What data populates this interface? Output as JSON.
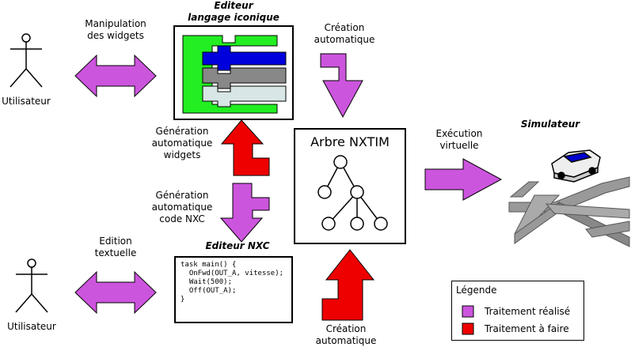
{
  "titles": {
    "editeur_iconique_line1": "Editeur",
    "editeur_iconique_line2": "langage iconique",
    "editeur_nxc": "Editeur NXC",
    "simulateur": "Simulateur",
    "arbre": "Arbre NXTIM"
  },
  "labels": {
    "utilisateur_top": "Utilisateur",
    "utilisateur_bottom": "Utilisateur",
    "manipulation_line1": "Manipulation",
    "manipulation_line2": "des widgets",
    "creation_top_line1": "Création",
    "creation_top_line2": "automatique",
    "gen_widgets_line1": "Génération",
    "gen_widgets_line2": "automatique",
    "gen_widgets_line3": "widgets",
    "gen_nxc_line1": "Génération",
    "gen_nxc_line2": "automatique",
    "gen_nxc_line3": "code NXC",
    "execution_line1": "Exécution",
    "execution_line2": "virtuelle",
    "edition_line1": "Edition",
    "edition_line2": "textuelle",
    "creation_bottom_line1": "Création",
    "creation_bottom_line2": "automatique"
  },
  "code_lines": [
    "task main() {",
    "  OnFwd(OUT_A, vitesse);",
    "  Wait(500);",
    "  Off(OUT_A);",
    "}"
  ],
  "legend": {
    "title": "Légende",
    "items": [
      {
        "label": "Traitement réalisé",
        "color": "#cc55dd"
      },
      {
        "label": "Traitement à faire",
        "color": "#ee0000"
      }
    ]
  },
  "colors": {
    "realise": "#cc55dd",
    "a_faire": "#ee0000",
    "widget_green": "#22ee22",
    "widget_blue": "#0000dd",
    "widget_gray": "#888888",
    "widget_light": "#d8e6e6"
  }
}
